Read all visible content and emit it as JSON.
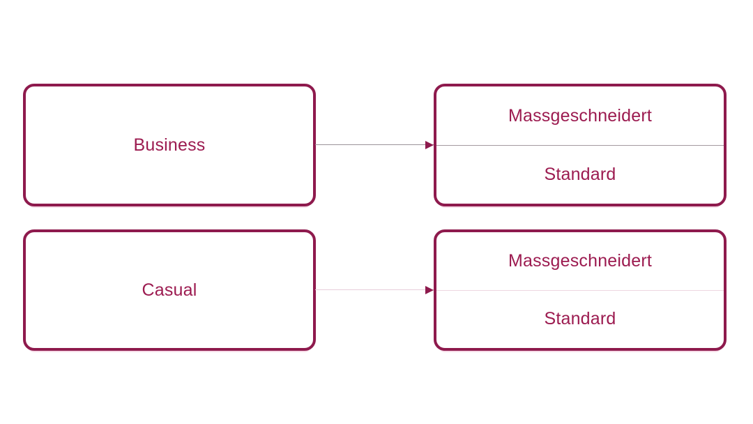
{
  "diagram": {
    "type": "flow-mapping",
    "rows": [
      {
        "source": {
          "label": "Business"
        },
        "connector": {
          "type": "arrow-right"
        },
        "target": {
          "top_label": "Massgeschneidert",
          "bottom_label": "Standard"
        }
      },
      {
        "source": {
          "label": "Casual"
        },
        "connector": {
          "type": "arrow-right"
        },
        "target": {
          "top_label": "Massgeschneidert",
          "bottom_label": "Standard"
        }
      }
    ],
    "colors": {
      "accent": "#8E1A4D",
      "text": "#9C1B50",
      "row1_connector": "#9A9298",
      "row2_connector": "#E8CEDA",
      "row1_divider": "#A39AA0",
      "row2_divider": "#EED6E0",
      "background": "#FFFFFF"
    }
  }
}
